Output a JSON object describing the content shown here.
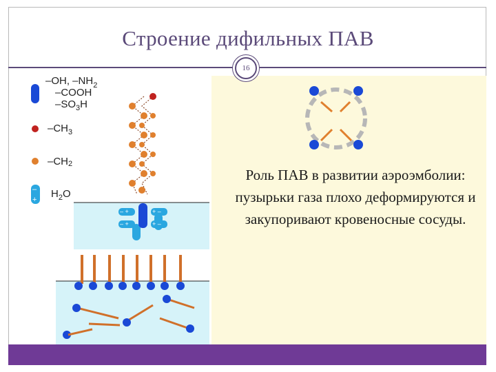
{
  "slide": {
    "title": "Строение дифильных ПАВ",
    "page_number": "16",
    "body_text": "   Роль ПАВ в развитии аэроэмболии: пузырьки газа плохо деформируются и закупоривают кровеносные сосуды."
  },
  "legend": {
    "polar_groups_line1": "–OH, –NH",
    "polar_groups_line1_sub": "2",
    "polar_groups_line2": "–COOH",
    "polar_groups_line3": "–SO",
    "polar_groups_line3_sub": "3",
    "polar_groups_line3_end": "H",
    "methyl": "–CH",
    "methyl_sub": "3",
    "methylene": "–CH",
    "methylene_sub": "2",
    "water": "H",
    "water_sub": "2",
    "water_end": "O",
    "minus": "–",
    "plus": "+"
  },
  "colors": {
    "title": "#5b4a79",
    "accent_bar": "#6f3a96",
    "panel_yellow": "#fdf9dc",
    "water": "#d6f3f9",
    "head_blue": "#1a49d6",
    "tail_orange": "#e0802e",
    "methyl_red": "#c0221f",
    "water_blue": "#2aa7e0"
  }
}
